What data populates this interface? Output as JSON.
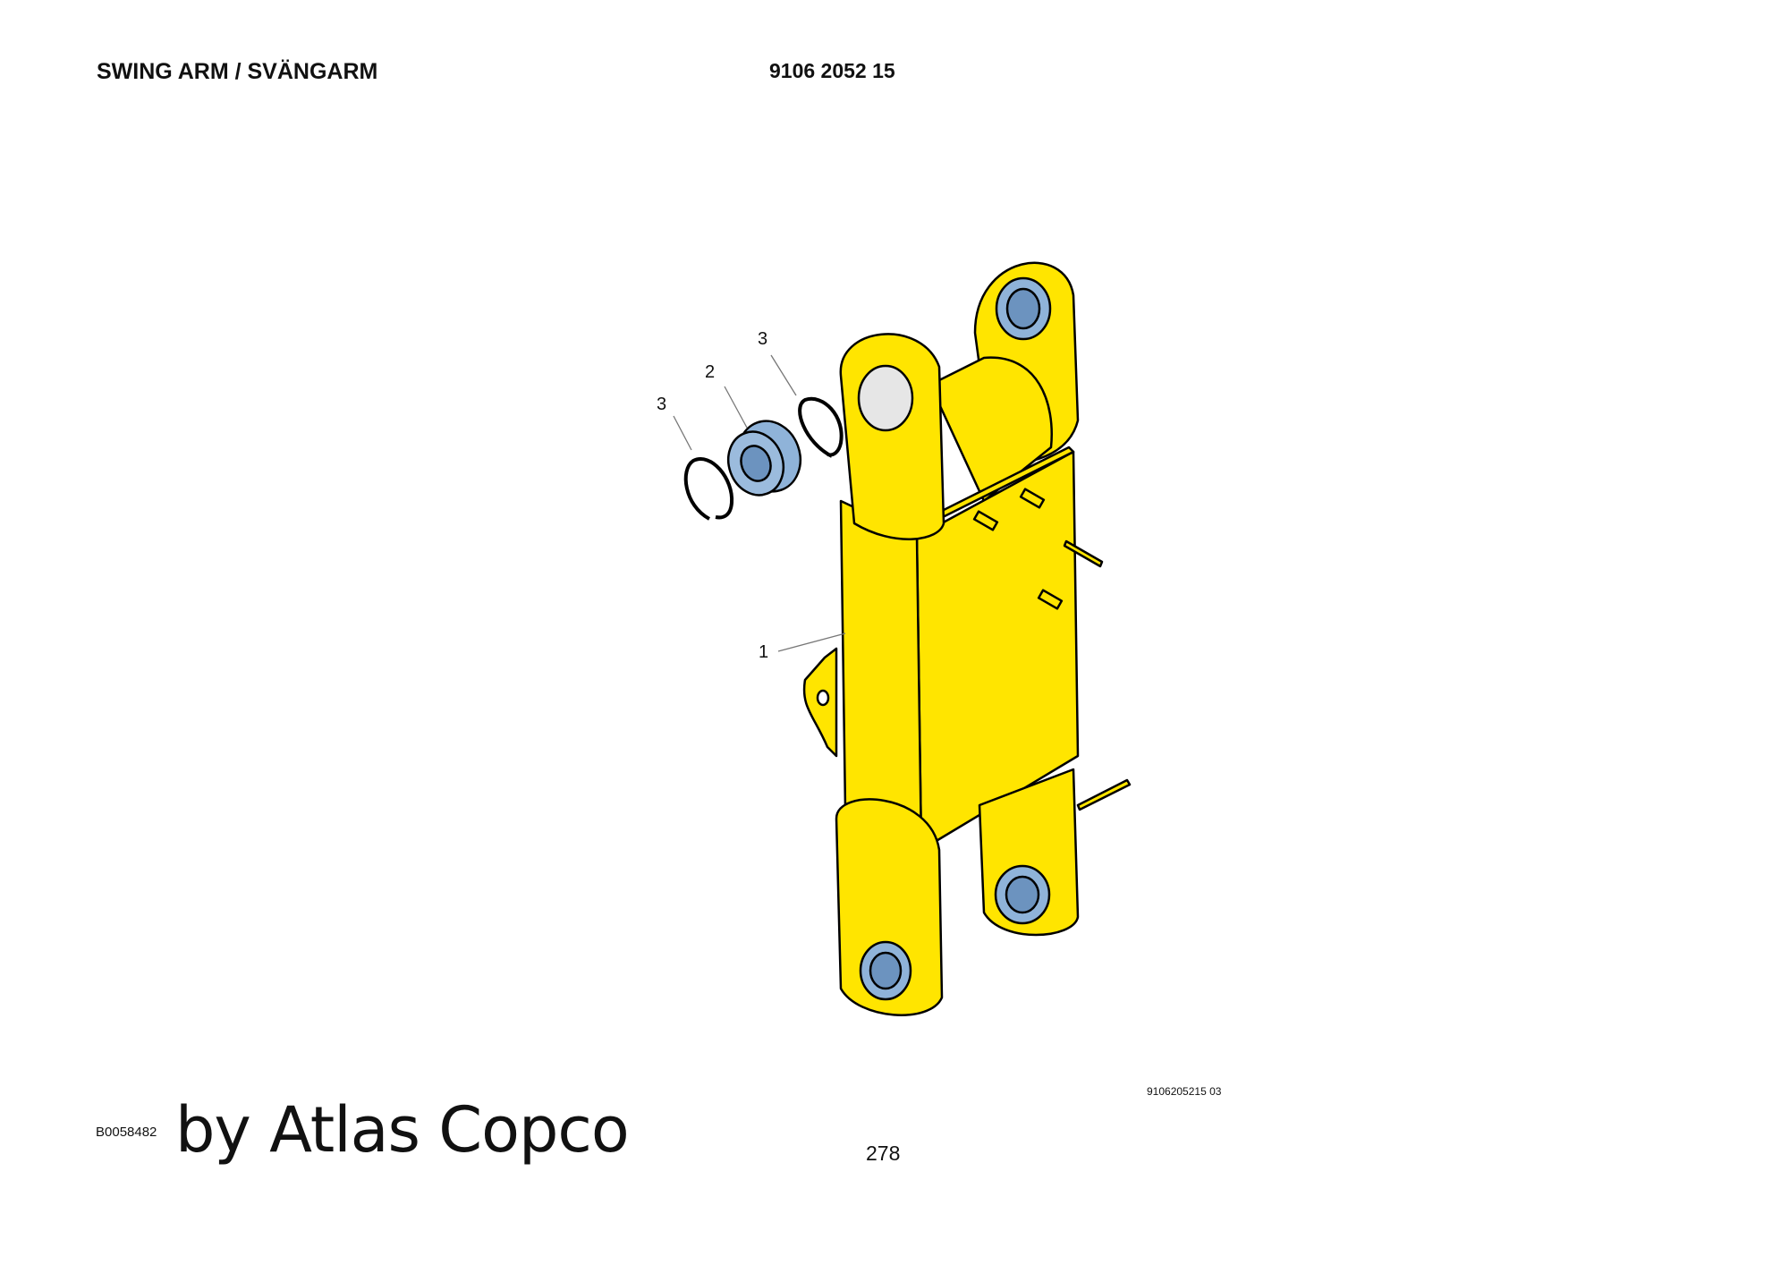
{
  "header": {
    "title": "SWING ARM / SVÄNGARM",
    "part_number": "9106 2052 15"
  },
  "drawing": {
    "callouts": [
      "1",
      "2",
      "3",
      "3"
    ],
    "reference_code": "9106205215 03",
    "colors": {
      "part_body": "#FFE500",
      "bushing": "#8FB3D9",
      "outline": "#000000"
    }
  },
  "footer": {
    "image_id": "B0058482",
    "brand": "by Atlas Copco",
    "page_number": "278"
  }
}
